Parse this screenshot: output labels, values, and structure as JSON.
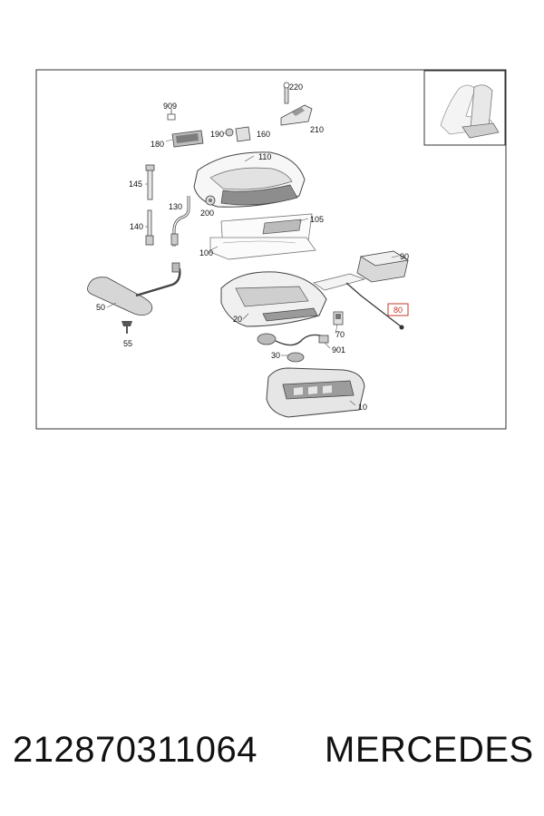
{
  "callouts": [
    "909",
    "180",
    "220",
    "210",
    "190",
    "160",
    "110",
    "145",
    "130",
    "200",
    "105",
    "140",
    "100",
    "90",
    "50",
    "20",
    "80",
    "55",
    "70",
    "30",
    "901",
    "10"
  ],
  "highlighted_callout": "80",
  "caption": {
    "part_number": "212870311064",
    "brand": "MERCEDES"
  },
  "colors": {
    "highlight": "#c0392b",
    "frame": "#333333"
  }
}
